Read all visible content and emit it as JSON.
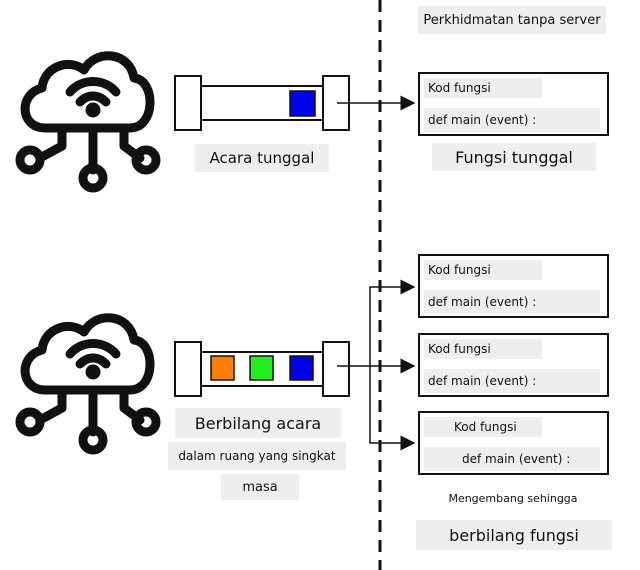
{
  "header": {
    "serverless_label": "Perkhidmatan tanpa server"
  },
  "single": {
    "event_label": "Acara tunggal",
    "function_label": "Fungsi tunggal",
    "function_box": {
      "code_label": "Kod fungsi",
      "def_label": "def main (event) :"
    },
    "queue_colors": [
      "#0000ee"
    ]
  },
  "multi": {
    "event_label_line1": "Berbilang acara",
    "event_label_line2": "dalam ruang yang singkat",
    "event_label_line3": "masa",
    "queue_colors": [
      "#ff8000",
      "#22ee22",
      "#0000ee"
    ],
    "function_boxes": [
      {
        "code_label": "Kod fungsi",
        "def_label": "def main (event) :"
      },
      {
        "code_label": "Kod fungsi",
        "def_label": "def main (event) :"
      },
      {
        "code_label": "Kod fungsi",
        "def_label": "def main (event) :"
      }
    ],
    "scale_label": "Mengembang sehingga",
    "function_label": "berbilang fungsi"
  }
}
